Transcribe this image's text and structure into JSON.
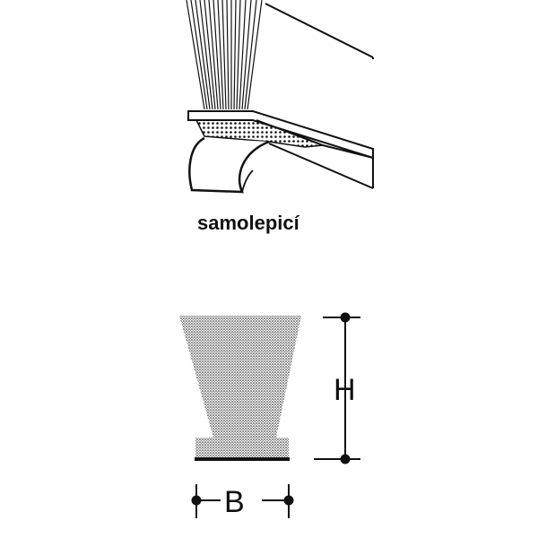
{
  "labels": {
    "caption": "samolepicí",
    "height_symbol": "H",
    "width_symbol": "B"
  },
  "colors": {
    "ink": "#111111",
    "background": "#ffffff",
    "fill_stipple": "#8a8a8a"
  }
}
